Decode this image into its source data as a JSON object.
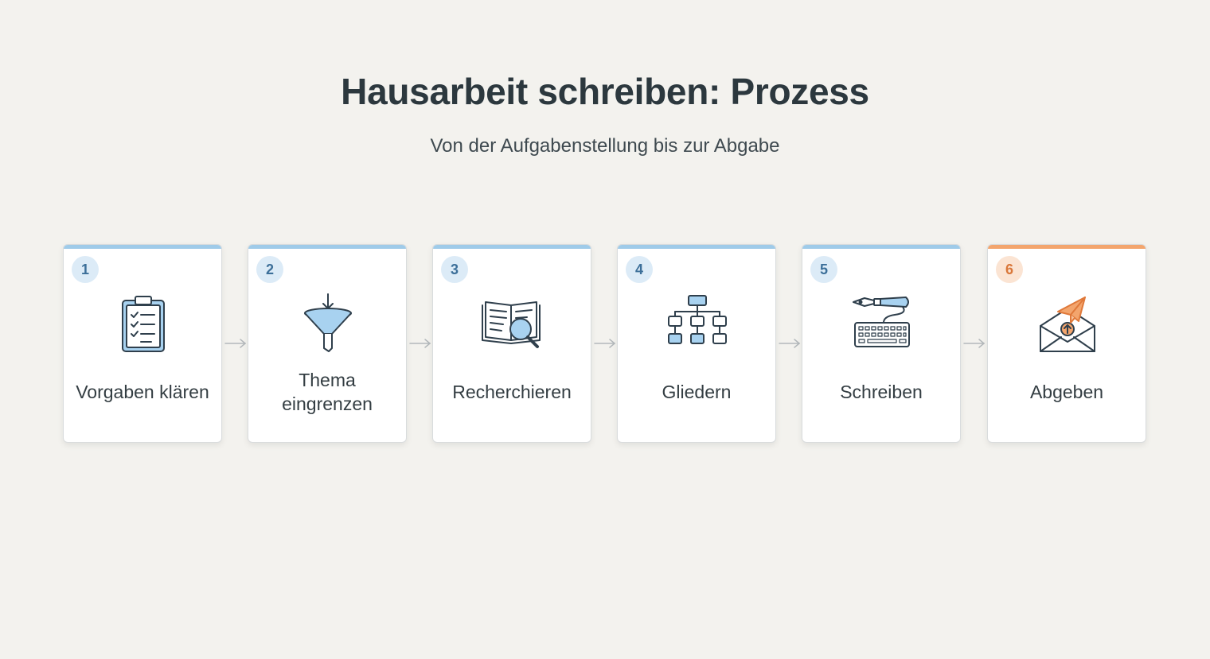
{
  "header": {
    "title": "Hausarbeit schreiben: Prozess",
    "subtitle": "Von der Aufgabenstellung bis zur Abgabe"
  },
  "steps": [
    {
      "number": "1",
      "label": "Vorgaben klären",
      "icon": "clipboard-checklist-icon"
    },
    {
      "number": "2",
      "label": "Thema eingrenzen",
      "icon": "funnel-icon"
    },
    {
      "number": "3",
      "label": "Recherchieren",
      "icon": "book-magnifier-icon"
    },
    {
      "number": "4",
      "label": "Gliedern",
      "icon": "hierarchy-icon"
    },
    {
      "number": "5",
      "label": "Schreiben",
      "icon": "pen-keyboard-icon"
    },
    {
      "number": "6",
      "label": "Abgeben",
      "icon": "envelope-paper-plane-icon"
    }
  ],
  "colors": {
    "background": "#f3f2ee",
    "step_accent": "#9fcbe9",
    "final_accent": "#f3a56d",
    "icon_stroke": "#2f3f4c",
    "icon_fill": "#a8d2f0"
  }
}
